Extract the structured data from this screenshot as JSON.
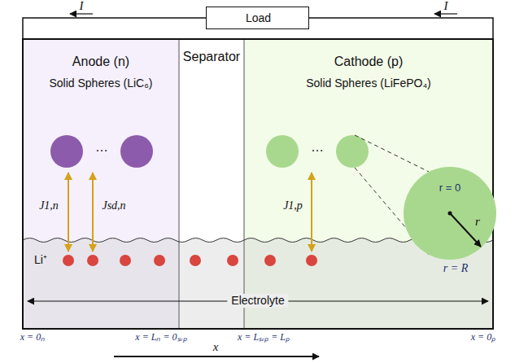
{
  "diagram": {
    "nodes": [
      {
        "text": [
          "Load"
        ]
      },
      {
        "text": [
          "Anode (n)",
          "Solid Spheres (LiC₆)"
        ]
      },
      {
        "text": [
          "Separator"
        ]
      },
      {
        "text": [
          "Cathode (p)",
          "Solid Spheres (LiFePO₄)"
        ]
      },
      {
        "text": [
          "Electrolyte"
        ]
      },
      {
        "text": [
          "r = 0",
          "r",
          "r = R"
        ]
      }
    ],
    "labels": [
      "I",
      "I",
      "…",
      "…",
      "J1,n",
      "Jsd,n",
      "J1,p",
      "Li⁺",
      "x = 0ₙ",
      "x = Lₙ = 0ₛₑₚ",
      "x = Lₛₑₚ = Lₚ",
      "x = 0ₚ",
      "x"
    ]
  }
}
